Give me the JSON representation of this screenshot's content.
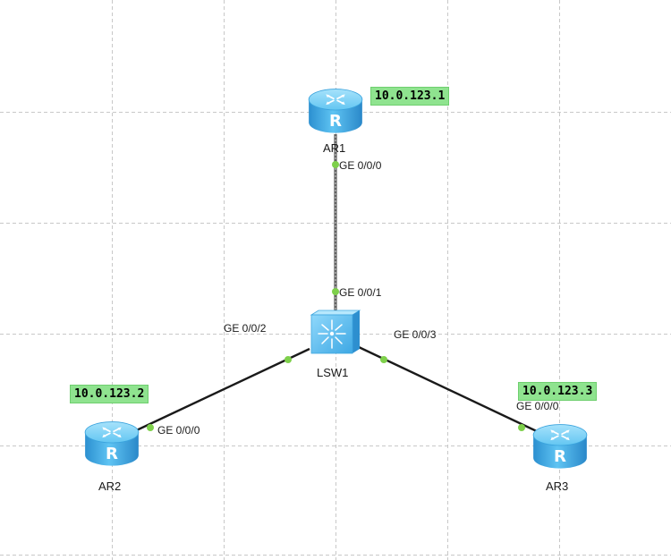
{
  "devices": {
    "ar1": {
      "name": "AR1",
      "ip": "10.0.123.1",
      "port": "GE 0/0/0"
    },
    "ar2": {
      "name": "AR2",
      "ip": "10.0.123.2",
      "port": "GE 0/0/0"
    },
    "ar3": {
      "name": "AR3",
      "ip": "10.0.123.3",
      "port": "GE 0/0/0"
    },
    "lsw1": {
      "name": "LSW1",
      "ports": {
        "to_ar1": "GE 0/0/1",
        "to_ar2": "GE 0/0/2",
        "to_ar3": "GE 0/0/3"
      }
    }
  },
  "colors": {
    "ip_badge": "#8fe38f",
    "port_dot": "#7ed04b",
    "router_body": "#4fb9ee",
    "switch_body": "#5cc2f0"
  },
  "icons": {
    "router": "router-icon",
    "switch": "switch-icon"
  }
}
